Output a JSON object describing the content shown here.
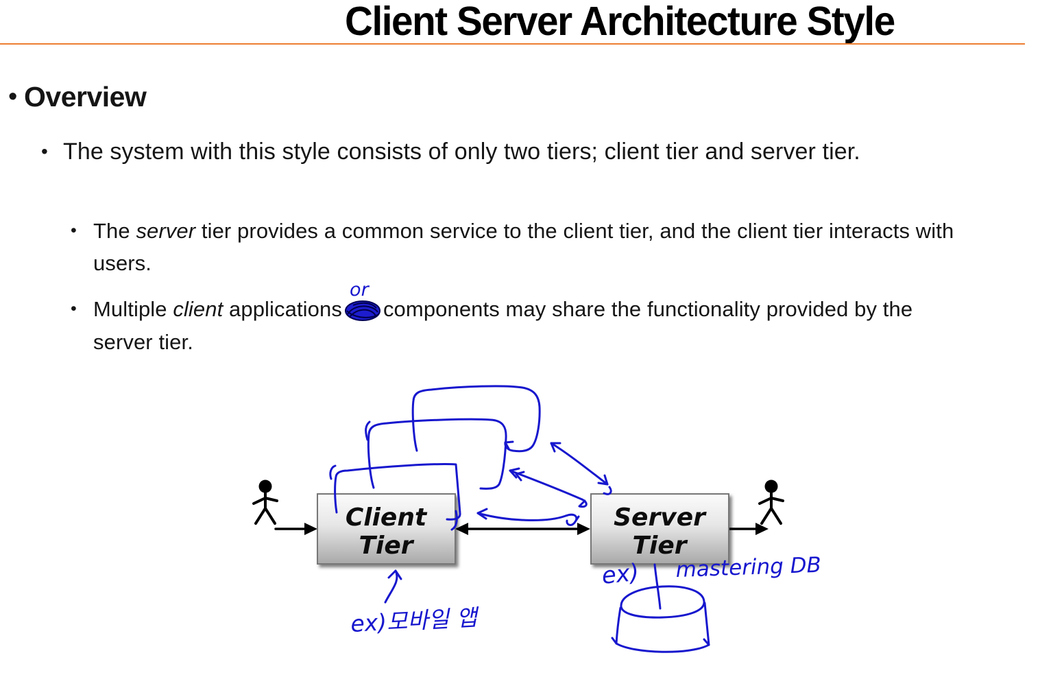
{
  "slide": {
    "title": "Client Server Architecture Style",
    "accent_color": "#ED7D31",
    "ink_color": "#1717CE",
    "heading": "Overview",
    "bullets": {
      "system": "The system with this style consists of only two tiers; client tier and server tier.",
      "server_tier": {
        "prefix": "The ",
        "emphasis": "server",
        "rest": " tier provides a common service to the client tier, and the client tier interacts with users."
      },
      "client_tier": {
        "prefix": "Multiple ",
        "emphasis": "client",
        "mid": " applications",
        "rest": "components may share the functionality provided by the server tier."
      }
    },
    "ink_annotations": {
      "correction_word": "or",
      "client_example": "ex)모바일 앱",
      "server_example_label": "ex)",
      "server_example": "mastering DB"
    }
  },
  "diagram": {
    "client_box": {
      "line1": "Client",
      "line2": "Tier"
    },
    "server_box": {
      "line1": "Server",
      "line2": "Tier"
    }
  }
}
